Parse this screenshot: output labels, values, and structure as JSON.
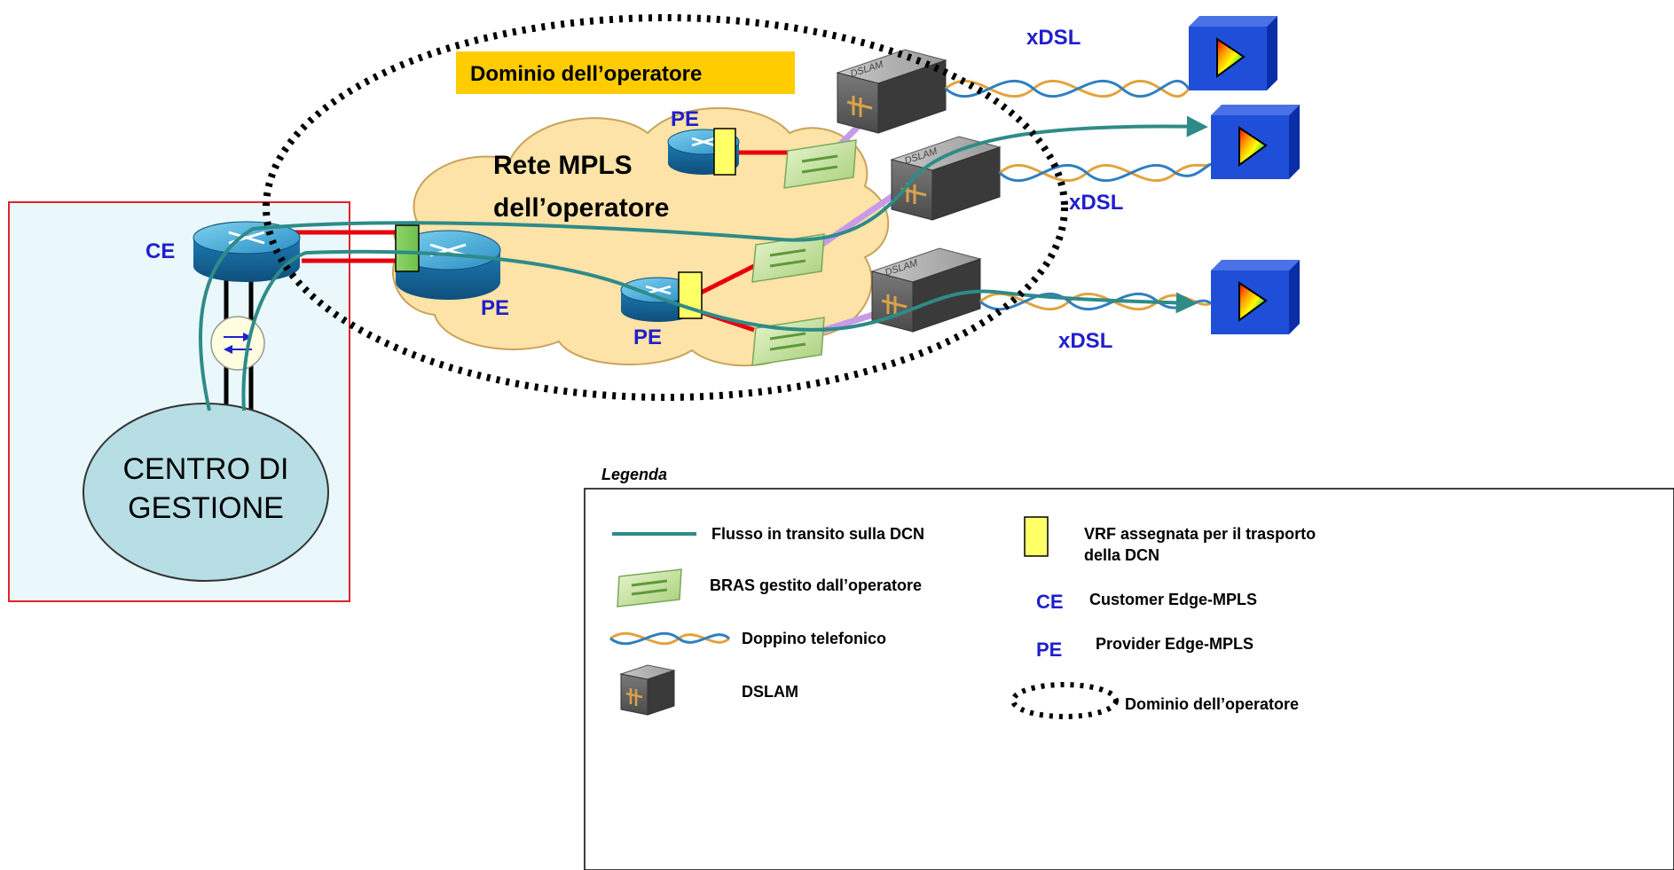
{
  "domain_title": "Dominio dell’operatore",
  "cloud_label_1": "Rete MPLS",
  "cloud_label_2": "dell’operatore",
  "labels": {
    "ce": "CE",
    "pe_top": "PE",
    "pe_big": "PE",
    "pe_mid": "PE",
    "xdsl_1": "xDSL",
    "xdsl_2": "xDSL",
    "xdsl_3": "xDSL"
  },
  "center": {
    "line1": "CENTRO DI",
    "line2": "GESTIONE"
  },
  "dslam_text": "DSLAM",
  "legend": {
    "title": "Legenda",
    "items": {
      "flow": "Flusso in transito sulla DCN",
      "bras": "BRAS gestito dall’operatore",
      "doppino": "Doppino telefonico",
      "dslam": "DSLAM",
      "vrf_1": "VRF assegnata per il trasporto",
      "vrf_2": "della DCN",
      "ce_key": "CE",
      "ce_desc": "Customer Edge-MPLS",
      "pe_key": "PE",
      "pe_desc": "Provider Edge-MPLS",
      "domain": "Dominio dell’operatore"
    }
  },
  "colors": {
    "flow": "#2e8b88",
    "label_blue": "#1f1fcc",
    "domain_box": "#ffcc00",
    "cloud": "#fde3a7",
    "management_area": "#eaf8fb",
    "management_border": "#e0232a",
    "vrf": "#ffff66",
    "red_link": "#e8000d",
    "purple_link": "#c79be8"
  }
}
